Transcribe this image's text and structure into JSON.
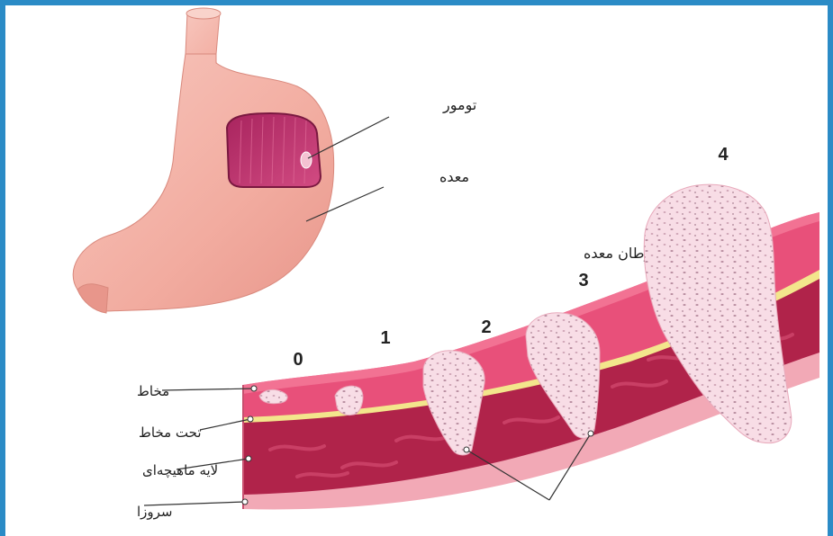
{
  "labels": {
    "tumor": "تومور",
    "stomach": "معده",
    "stages_title": "مراحل سرطان معده",
    "mucosa": "مخاط",
    "submucosa": "تحت مخاط",
    "muscle_layer": "لایه ماهیچه‌ای",
    "serosa": "سروزا"
  },
  "stages": [
    "0",
    "1",
    "2",
    "3",
    "4"
  ],
  "colors": {
    "frame": "#2b8bc6",
    "stomach": "#f2b0a4",
    "tumor_inner": "#c0306d",
    "mucosa": "#e8507a",
    "submucosa": "#f3e68c",
    "muscle": "#b0234a",
    "serosa": "#f2a9b6",
    "tumor_mass": "#f7d8e3"
  }
}
